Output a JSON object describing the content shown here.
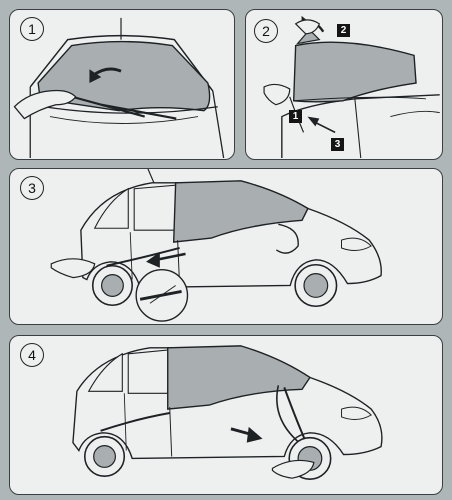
{
  "colors": {
    "background": "#aeb6b8",
    "panel": "#eef0ef",
    "cover": "#a9aeb0",
    "line": "#1e2224"
  },
  "steps": [
    {
      "number": "1"
    },
    {
      "number": "2",
      "markers": [
        "2",
        "1",
        "3"
      ]
    },
    {
      "number": "3"
    },
    {
      "number": "4"
    }
  ]
}
